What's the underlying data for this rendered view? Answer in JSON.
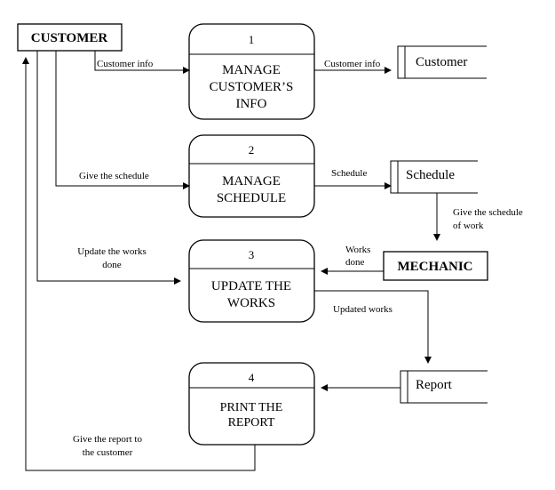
{
  "entities": {
    "customer": "CUSTOMER",
    "mechanic": "MECHANIC"
  },
  "processes": [
    {
      "number": "1",
      "lines": [
        "MANAGE",
        "CUSTOMER’S",
        "INFO"
      ]
    },
    {
      "number": "2",
      "lines": [
        "MANAGE",
        "SCHEDULE"
      ]
    },
    {
      "number": "3",
      "lines": [
        "UPDATE THE",
        "WORKS"
      ]
    },
    {
      "number": "4",
      "lines": [
        "PRINT THE",
        "REPORT"
      ]
    }
  ],
  "stores": {
    "customer": "Customer",
    "schedule": "Schedule",
    "report": "Report"
  },
  "flows": {
    "customer_info_in": "Customer info",
    "customer_info_out": "Customer info",
    "give_schedule": "Give the schedule",
    "schedule_out": "Schedule",
    "schedule_of_work": [
      "Give the schedule",
      "of work"
    ],
    "update_works": [
      "Update the works",
      "done"
    ],
    "works_done": [
      "Works",
      "done"
    ],
    "updated_works": "Updated works",
    "report_to_customer": [
      "Give the report to",
      "the customer"
    ]
  }
}
